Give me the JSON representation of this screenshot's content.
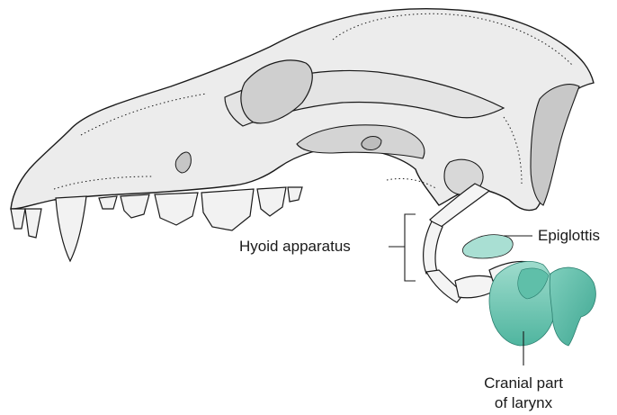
{
  "labels": {
    "hyoid": "Hyoid apparatus",
    "epiglottis": "Epiglottis",
    "larynx_line1": "Cranial part",
    "larynx_line2": "of larynx"
  },
  "colors": {
    "bone_fill": "#ececec",
    "bone_stroke": "#1a1a1a",
    "shadow": "#cfcfcf",
    "larynx_fill": "#7fcfbd",
    "larynx_dark": "#3fa792",
    "epiglottis_fill": "#a9dfd3"
  }
}
